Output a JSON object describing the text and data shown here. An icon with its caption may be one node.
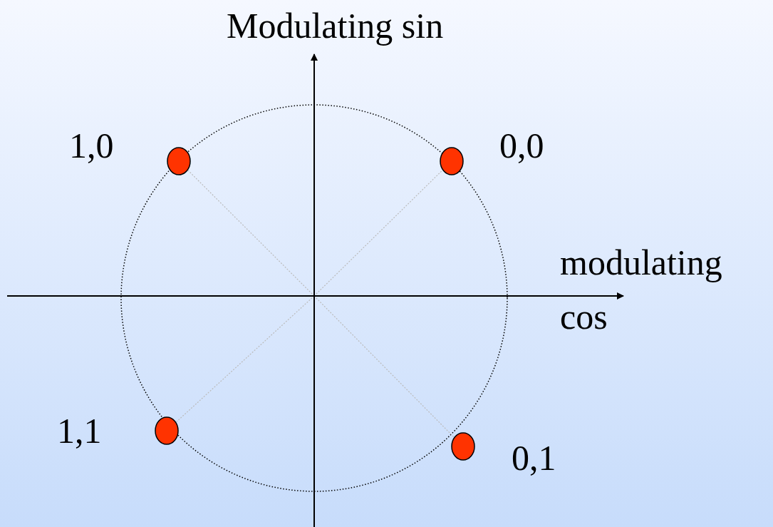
{
  "diagram": {
    "nodes": [
      {
        "text": [],
        "shape": "circle",
        "beside": [
          "1,0"
        ]
      },
      {
        "text": [],
        "shape": "circle",
        "beside": [
          "0,0"
        ]
      },
      {
        "text": [],
        "shape": "circle",
        "beside": [
          "1,1"
        ]
      },
      {
        "text": [],
        "shape": "circle",
        "beside": [
          "0,1"
        ]
      }
    ],
    "edges": [
      {
        "from": null,
        "to": 0,
        "arrow": "none",
        "style": "dashed",
        "color": "#bbbbbb"
      },
      {
        "from": null,
        "to": 1,
        "arrow": "none",
        "style": "dashed",
        "color": "#bbbbbb"
      },
      {
        "from": null,
        "to": 2,
        "arrow": "none",
        "style": "dashed",
        "color": "#bbbbbb"
      },
      {
        "from": null,
        "to": 3,
        "arrow": "none",
        "style": "dashed",
        "color": "#bbbbbb"
      }
    ],
    "labels": [
      "Modulating sin",
      "modulating cos"
    ]
  }
}
